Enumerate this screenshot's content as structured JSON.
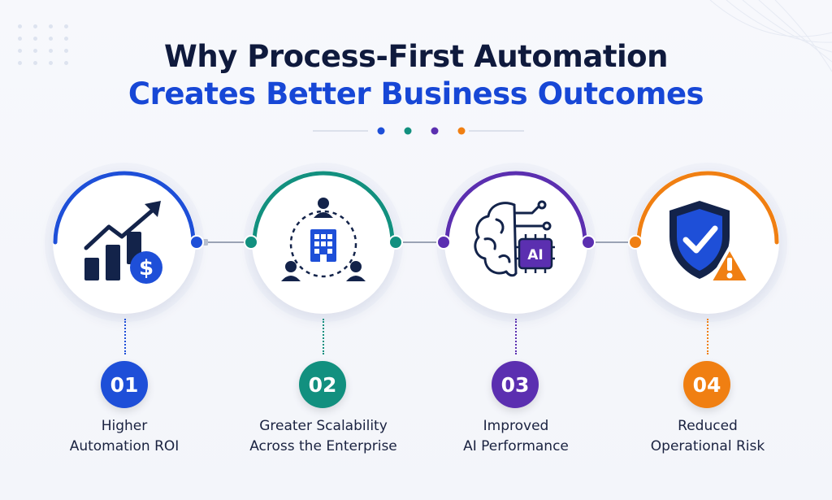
{
  "title": {
    "line1": "Why Process-First Automation",
    "line2": "Creates Better Business Outcomes"
  },
  "colors": {
    "title_dark": "#0f1a3d",
    "title_accent": "#1747d6",
    "step1": "#1e4fd8",
    "step2": "#12907f",
    "step3": "#5b2fb0",
    "step4": "#f07f12",
    "icon_dark": "#13234a"
  },
  "steps": [
    {
      "number": "01",
      "label_line1": "Higher",
      "label_line2": "Automation ROI",
      "icon": "growth-chart-dollar-icon"
    },
    {
      "number": "02",
      "label_line1": "Greater Scalability",
      "label_line2": "Across the Enterprise",
      "icon": "enterprise-network-icon"
    },
    {
      "number": "03",
      "label_line1": "Improved",
      "label_line2": "AI Performance",
      "icon": "ai-brain-chip-icon",
      "chip_text": "AI"
    },
    {
      "number": "04",
      "label_line1": "Reduced",
      "label_line2": "Operational Risk",
      "icon": "shield-check-warning-icon"
    }
  ]
}
